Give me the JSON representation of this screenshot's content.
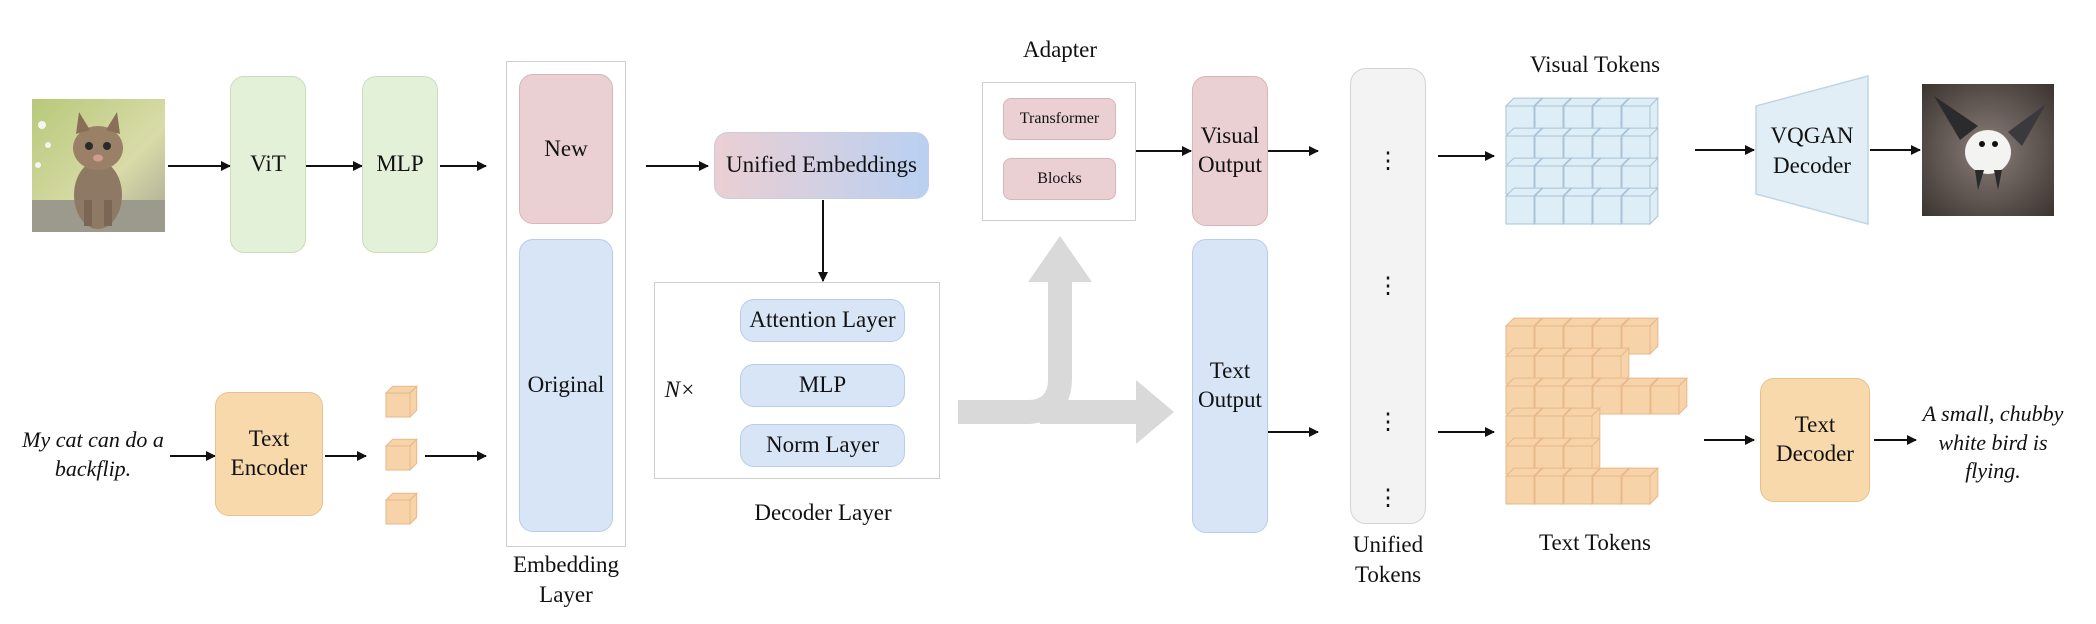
{
  "input": {
    "text": "My cat can do a backflip."
  },
  "vision_branch": {
    "vit": "ViT",
    "mlp": "MLP"
  },
  "text_branch": {
    "encoder": "Text Encoder"
  },
  "embedding": {
    "new": "New",
    "original": "Original",
    "caption": "Embedding Layer"
  },
  "unified_embeddings": "Unified Embeddings",
  "decoder": {
    "repeat": "N×",
    "attention": "Attention Layer",
    "mlp": "MLP",
    "norm": "Norm Layer",
    "caption": "Decoder Layer"
  },
  "adapter": {
    "title": "Adapter",
    "transformer": "Transformer",
    "blocks": "Blocks"
  },
  "outputs": {
    "visual": "Visual Output",
    "text": "Text Output"
  },
  "unified_tokens": {
    "caption": "Unified Tokens",
    "ellipsis": "⋮"
  },
  "tokens": {
    "visual_caption": "Visual Tokens",
    "text_caption": "Text Tokens"
  },
  "decoders": {
    "vqgan": "VQGAN Decoder",
    "text": "Text Decoder"
  },
  "output_text": "A small, chubby white bird is flying.",
  "colors": {
    "green": "#e3f1d9",
    "pink": "#ead0d3",
    "blue": "#d7e5f6",
    "orange": "#f7d9ac",
    "cube_orange": "#f6d3a8",
    "cube_blue": "#deeef7",
    "gray_arrow": "#d9d9d9"
  }
}
